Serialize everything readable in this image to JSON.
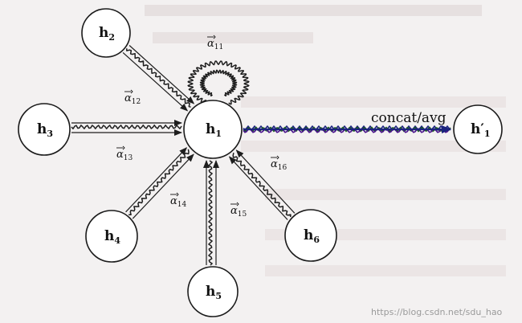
{
  "diagram": {
    "nodes": [
      {
        "id": "h1",
        "name": "h",
        "sub": "1",
        "prime": false
      },
      {
        "id": "h2",
        "name": "h",
        "sub": "2",
        "prime": false
      },
      {
        "id": "h3",
        "name": "h",
        "sub": "3",
        "prime": false
      },
      {
        "id": "h4",
        "name": "h",
        "sub": "4",
        "prime": false
      },
      {
        "id": "h5",
        "name": "h",
        "sub": "5",
        "prime": false
      },
      {
        "id": "h6",
        "name": "h",
        "sub": "6",
        "prime": false
      },
      {
        "id": "h1p",
        "name": "h",
        "sub": "1",
        "prime": true
      }
    ],
    "attention": [
      {
        "from": "h1",
        "symbol": "α",
        "sub": "11"
      },
      {
        "from": "h2",
        "symbol": "α",
        "sub": "12"
      },
      {
        "from": "h3",
        "symbol": "α",
        "sub": "13"
      },
      {
        "from": "h4",
        "symbol": "α",
        "sub": "14"
      },
      {
        "from": "h5",
        "symbol": "α",
        "sub": "15"
      },
      {
        "from": "h6",
        "symbol": "α",
        "sub": "16"
      }
    ],
    "output_label": "concat/avg",
    "output_colors": [
      "#1a237e",
      "#1b5e20",
      "#4a148c"
    ]
  },
  "watermark": "https://blog.csdn.net/sdu_hao"
}
